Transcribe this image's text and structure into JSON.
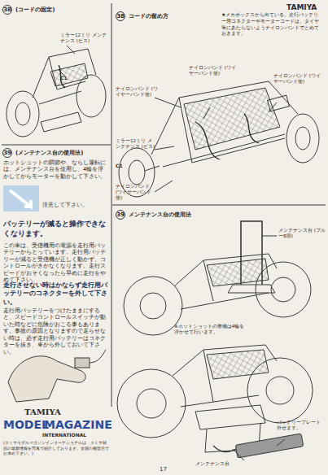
{
  "diagram": {
    "nodes": [
      {
        "text": [
          "38",
          "(コードの固定)"
        ]
      },
      {
        "text": [
          "38",
          "コードの留め方"
        ]
      },
      {
        "text": [
          "39",
          "(メンテナンス台の使用法)"
        ]
      },
      {
        "text": [
          "39",
          "メンテナンス台の使用法"
        ]
      }
    ],
    "labels": [
      "TAMIYA",
      "★メカボックスから出ている、走行バッテリー用コネクターやモーターコードは、タイヤ等にあたらないようナイロンバンドでとめておきます。",
      "ミラー12ミリ メンテナンス (ビス)",
      "C1",
      "ナイロンバンド (ワイヤーバンド使)",
      "ナイロンバンド (ワイヤーバンド使)",
      "ナイロンバンド (ワイヤーバンド使)",
      "ミラー12ミリ メンテナンス (ビス)",
      "C1",
      "ナイロンバンド (ワイヤーバンド使)",
      "ホットショットの調節や、ならし運転には、メンテナンス台を使用し、4輪を浮かしてからモーターを動かして下さい。",
      "注意して下さい。",
      "バッテリーが減ると操作できなくなります。",
      "この車は、受信機用の電源を走行用バッテリーからとっています。走行用バッテリーが減ると受信機が正しく動かず、コントロールがきかなくなります。走行スピードがおそくなったら早めに走行をやめて下さい。",
      "走行させない時はかならず走行用バッテリーのコネクターを外して下さい。",
      "走行用バッテリーをつけたままにすると、スピードコントロールスイッチが動いた時などに危険がおこる事もあります。事故の原因となりますので走らせない時は、必ず走行用バッテリーはコネクターを抜き、車から外しておいて下さい。",
      "TAMIYA",
      "MODEL",
      "MAGAZINE",
      "INTERNATIONAL",
      "(タミヤモデルマガジンインターナショナルは、タミヤ製品の最新情報を写真で紹介しております。全国の模型店でお求め下さい。)",
      "メンテナンス台 (ブルーB部)",
      "※ホットショットの整備は4輪を浮かせて行います。",
      "メンテナンス台",
      "バッテリープレート 外せます。",
      "17"
    ]
  }
}
